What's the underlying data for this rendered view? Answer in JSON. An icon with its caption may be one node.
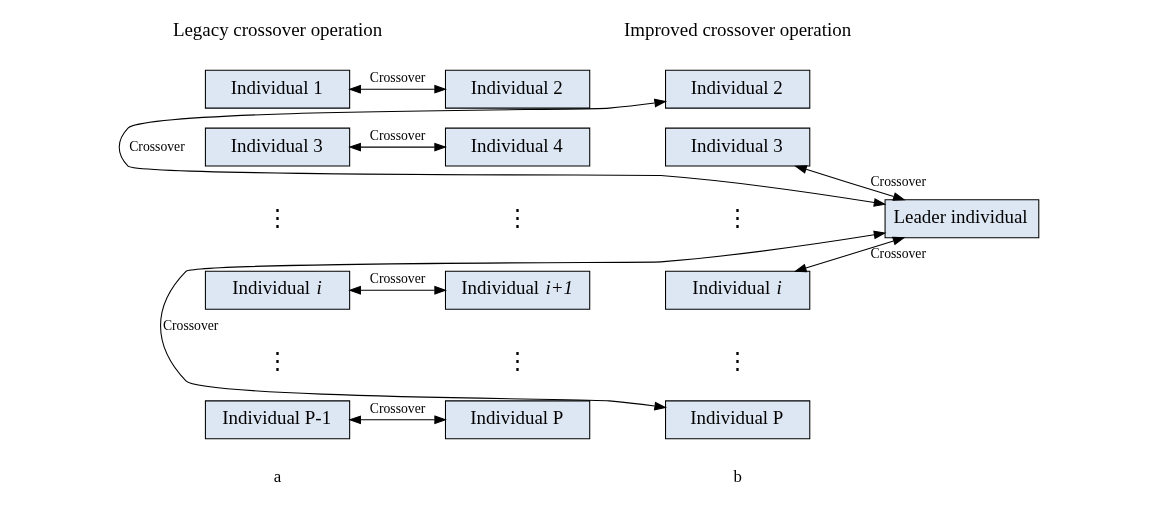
{
  "diagram": {
    "nodes": [
      {
        "text": [
          "Individual 1"
        ]
      },
      {
        "text": [
          "Individual 2"
        ]
      },
      {
        "text": [
          "Individual 3"
        ]
      },
      {
        "text": [
          "Individual 4"
        ]
      },
      {
        "text": [
          "Individual *i*"
        ]
      },
      {
        "text": [
          "Individual *i+1*"
        ]
      },
      {
        "text": [
          "Individual P-1"
        ]
      },
      {
        "text": [
          "Individual P"
        ]
      },
      {
        "text": [
          "Individual 2"
        ]
      },
      {
        "text": [
          "Individual 3"
        ]
      },
      {
        "text": [
          "Individual *i*"
        ]
      },
      {
        "text": [
          "Individual P"
        ]
      },
      {
        "text": [
          "Leader individual"
        ]
      }
    ],
    "edges": [
      {
        "from": 0,
        "to": 1,
        "arrow": "both",
        "label": "Crossover"
      },
      {
        "from": 2,
        "to": 3,
        "arrow": "both",
        "label": "Crossover"
      },
      {
        "from": 4,
        "to": 5,
        "arrow": "both",
        "label": "Crossover"
      },
      {
        "from": 6,
        "to": 7,
        "arrow": "both",
        "label": "Crossover"
      },
      {
        "from": 12,
        "to": 8,
        "arrow": "both",
        "label": "Crossover"
      },
      {
        "from": 12,
        "to": 9,
        "arrow": "both",
        "label": "Crossover"
      },
      {
        "from": 12,
        "to": 10,
        "arrow": "both",
        "label": "Crossover"
      },
      {
        "from": 12,
        "to": 11,
        "arrow": "both",
        "label": "Crossover"
      }
    ],
    "labels": [
      "Legacy crossover operation",
      "Improved crossover operation",
      "⋮",
      "⋮",
      "⋮",
      "⋮",
      "⋮",
      "⋮",
      "a",
      "b"
    ]
  }
}
